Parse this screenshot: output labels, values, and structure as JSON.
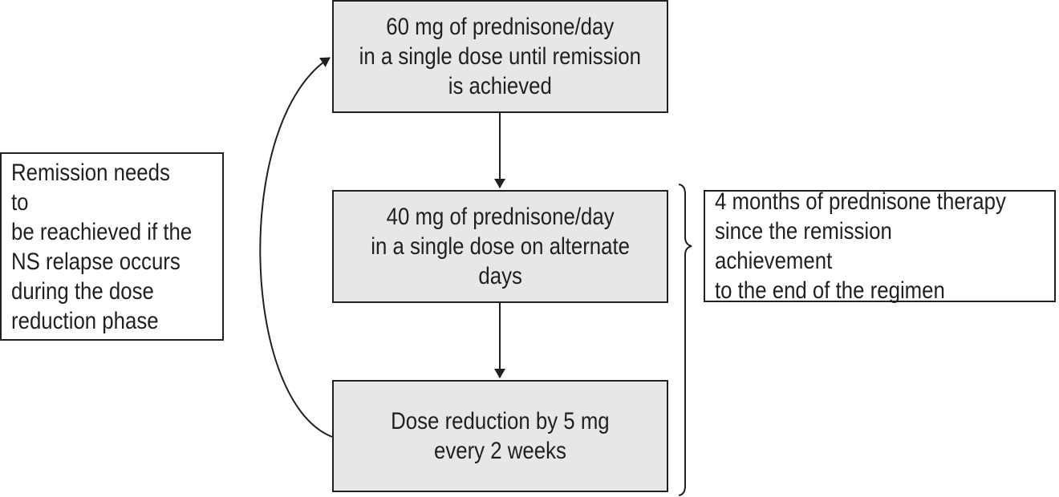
{
  "steps": [
    {
      "text": "60 mg of prednisone/day\nin a single dose until remission\nis achieved"
    },
    {
      "text": "40 mg of prednisone/day\nin a single dose on alternate\ndays"
    },
    {
      "text": "Dose reduction by 5 mg\nevery 2 weeks"
    }
  ],
  "relapse_note": "Remission needs to\nbe reachieved if the\nNS relapse occurs\nduring the dose\nreduction phase",
  "duration_note": "4 months of prednisone therapy\nsince the remission achievement\nto the end of the regimen",
  "colors": {
    "box_fill": "#e6e7e8",
    "stroke": "#231f20"
  }
}
